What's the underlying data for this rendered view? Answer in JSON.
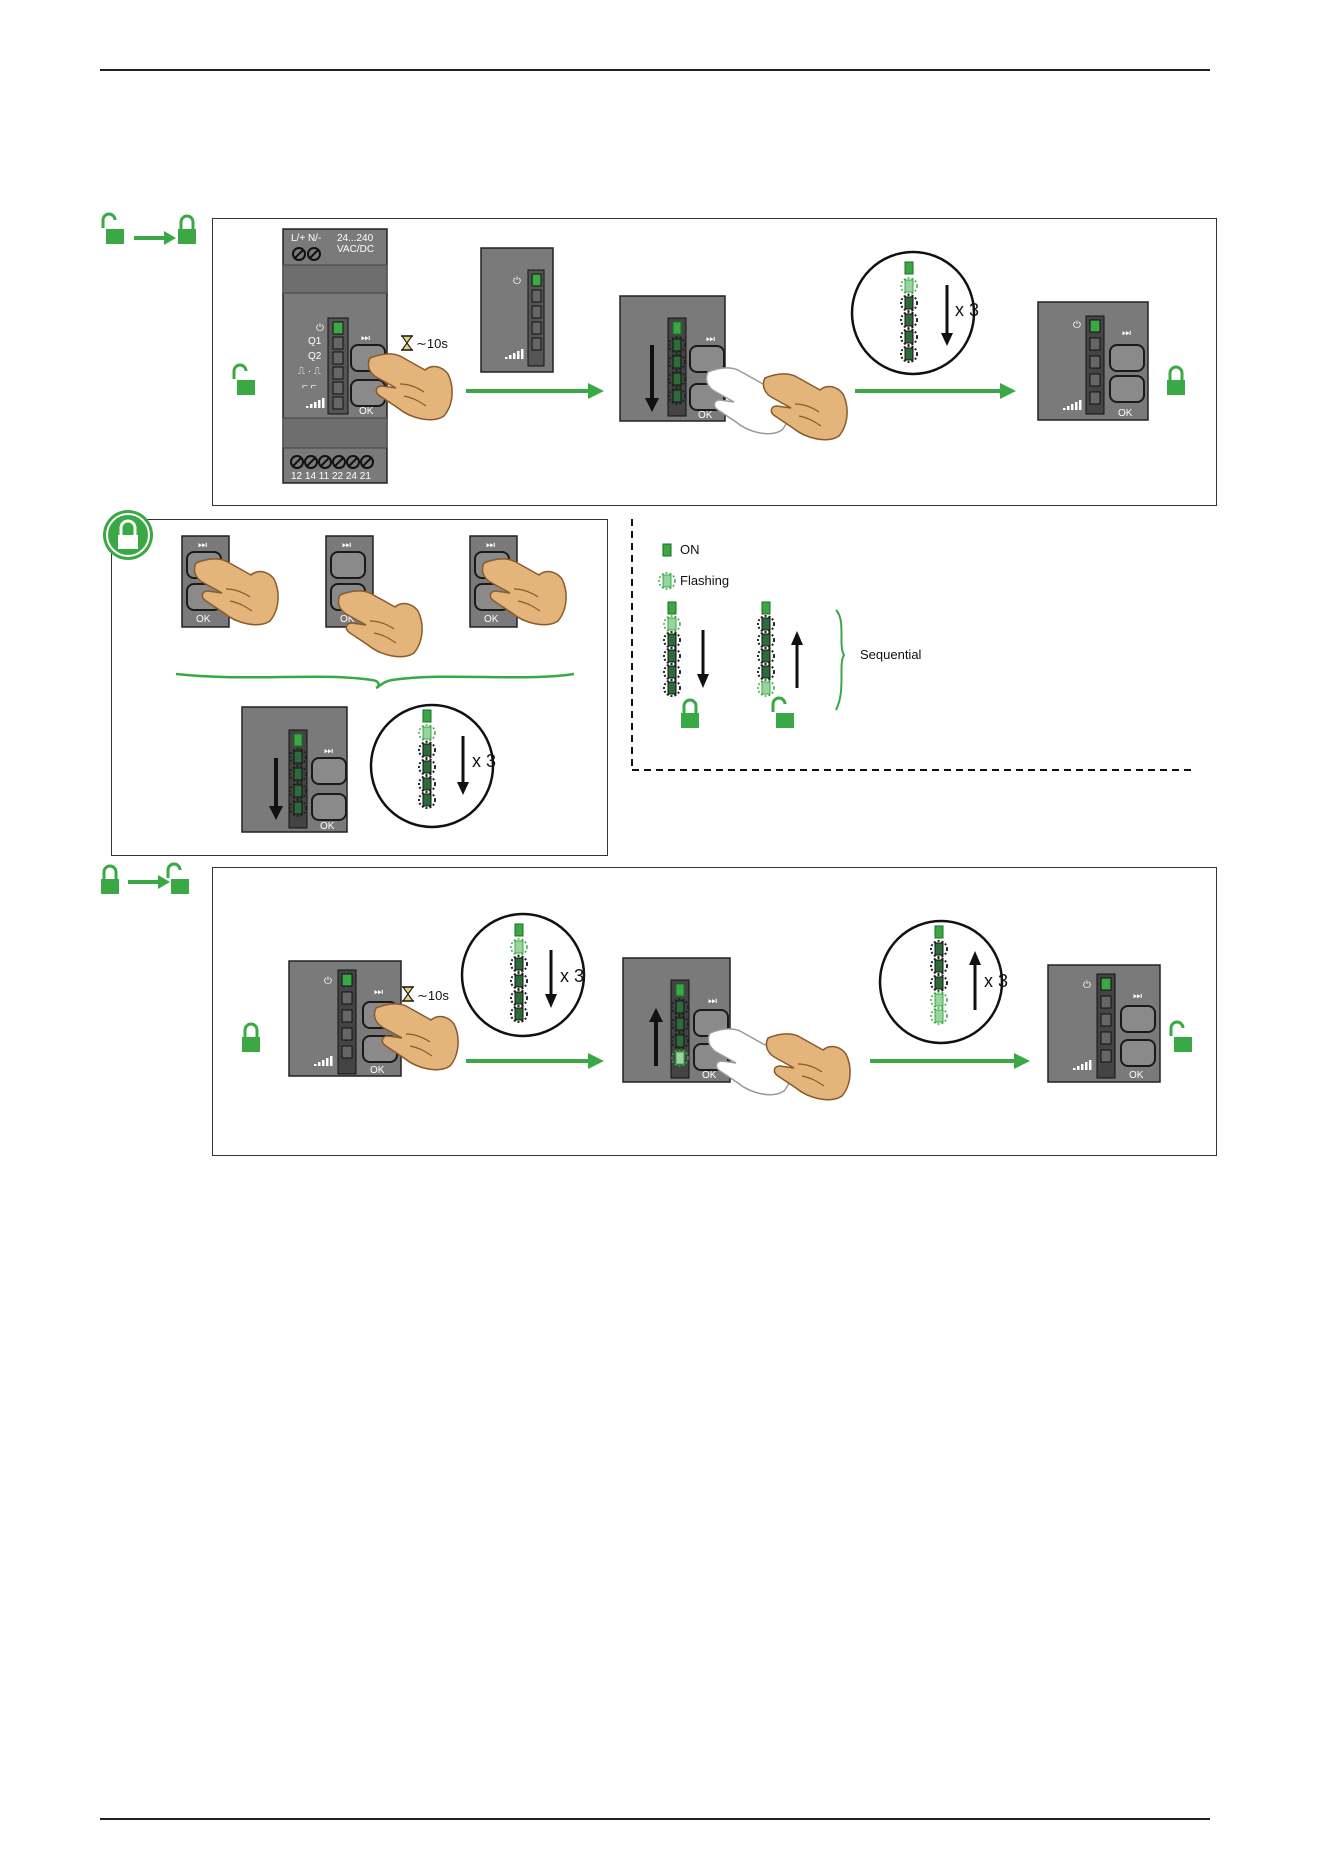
{
  "colors": {
    "green": "#3aa845",
    "module_grey": "#777777",
    "dark": "#1a1a1a"
  },
  "device": {
    "supply_top_left": "L/+ N/-",
    "supply_top_right": "24...240",
    "supply_type": "VAC/DC",
    "output_q1": "Q1",
    "output_q2": "Q2",
    "terminals_bottom": "12 14 11 22 24 21",
    "ok_label": "OK"
  },
  "timer_label": "10s",
  "repeat_label": "x 3",
  "legend": {
    "on": "ON",
    "flashing": "Flashing",
    "sequential": "Sequential"
  },
  "icons": {
    "lock_closed": "padlock-closed-icon",
    "lock_open": "padlock-open-icon",
    "hand": "pointing-hand-icon",
    "hourglass": "hourglass-icon",
    "arrow": "arrow-right-icon"
  }
}
